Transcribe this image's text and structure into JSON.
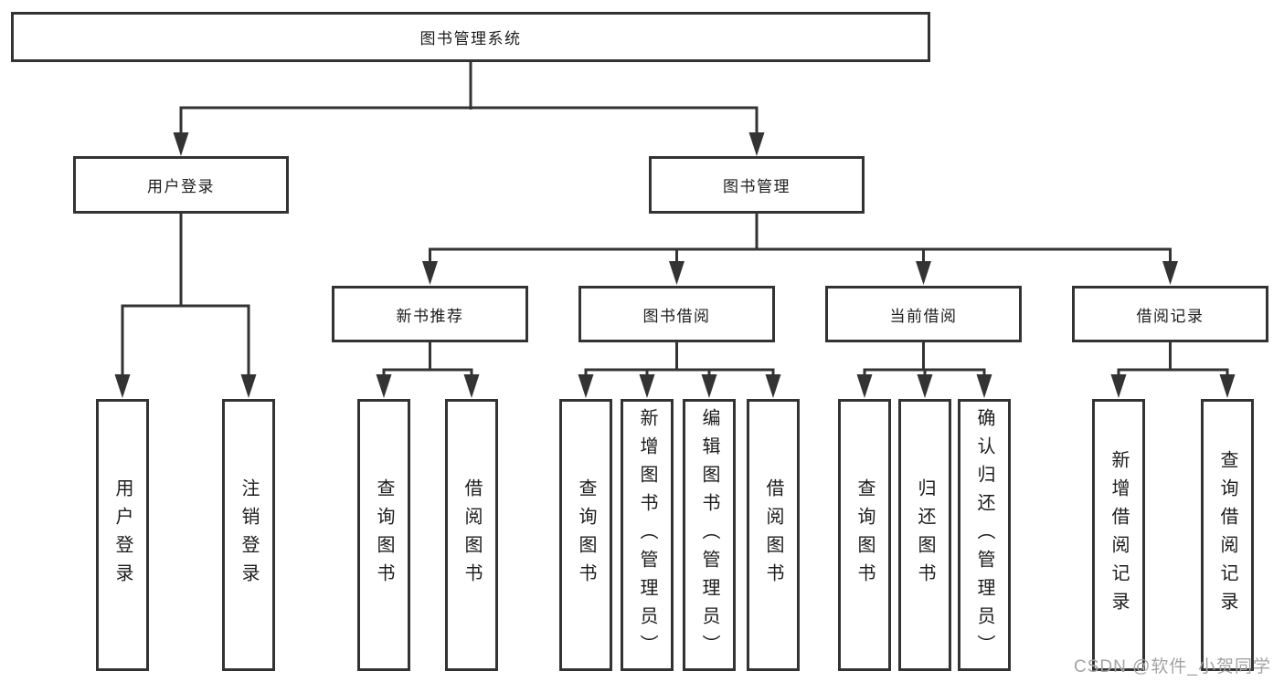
{
  "diagram": {
    "title": "图书管理系统",
    "level2": [
      "用户登录",
      "图书管理"
    ],
    "level3": [
      "新书推荐",
      "图书借阅",
      "当前借阅",
      "借阅记录"
    ],
    "leaves": [
      "用户登录",
      "注销登录",
      "查询图书",
      "借阅图书",
      "查询图书",
      "新增图书（管理员）",
      "编辑图书（管理员）",
      "借阅图书",
      "查询图书",
      "归还图书",
      "确认归还（管理员）",
      "新增借阅记录",
      "查询借阅记录"
    ]
  },
  "watermark": "CSDN @软件_小贺同学",
  "colors": {
    "line": "#333333",
    "box_border": "#333333",
    "text": "#1c1c1c",
    "background": "#ffffff",
    "watermark": "#a3a3a3"
  }
}
